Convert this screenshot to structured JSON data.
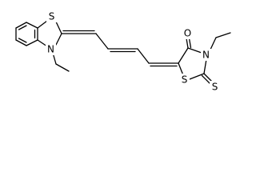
{
  "colors": {
    "bond": "#000000",
    "background": "#ffffff",
    "sulfur": "#000000",
    "nitrogen": "#000000",
    "oxygen": "#000000"
  },
  "atoms": {
    "s_benzothiazole": "S",
    "n_benzothiazole": "N",
    "s_thiazolidinone_ring": "S",
    "n_thiazolidinone": "N",
    "o_carbonyl": "O",
    "s_thioxo": "S"
  }
}
